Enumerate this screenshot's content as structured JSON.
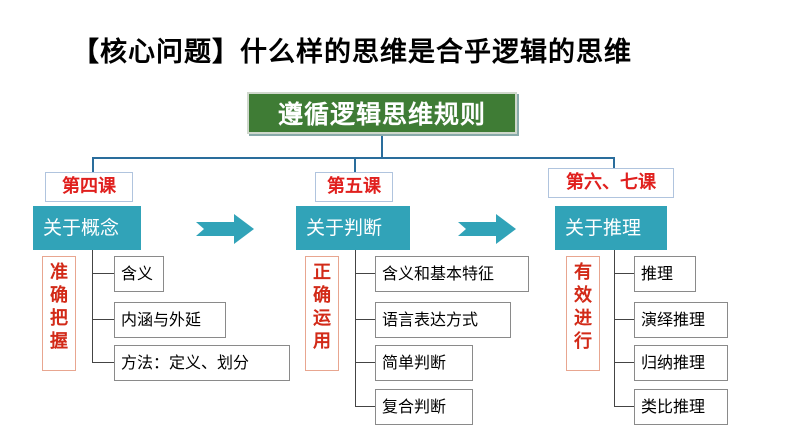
{
  "title": "【核心问题】什么样的思维是合乎逻辑的思维",
  "root": "遵循逻辑思维规则",
  "columns": [
    {
      "lesson": "第四课",
      "topic": "关于概念",
      "vertical_label": [
        "准",
        "确",
        "把",
        "握"
      ],
      "items": [
        "含义",
        "内涵与外延",
        "方法：定义、划分"
      ]
    },
    {
      "lesson": "第五课",
      "topic": "关于判断",
      "vertical_label": [
        "正",
        "确",
        "运",
        "用"
      ],
      "items": [
        "含义和基本特征",
        "语言表达方式",
        "简单判断",
        "复合判断"
      ]
    },
    {
      "lesson": "第六、七课",
      "topic": "关于推理",
      "vertical_label": [
        "有",
        "效",
        "进",
        "行"
      ],
      "items": [
        "推理",
        "演绎推理",
        "归纳推理",
        "类比推理"
      ]
    }
  ],
  "colors": {
    "root_bg": "#3f7c35",
    "topic_bg": "#31a3b8",
    "lesson_text": "#e0201e",
    "connector": "#2a6d9c",
    "arrow": "#31a3b8"
  }
}
